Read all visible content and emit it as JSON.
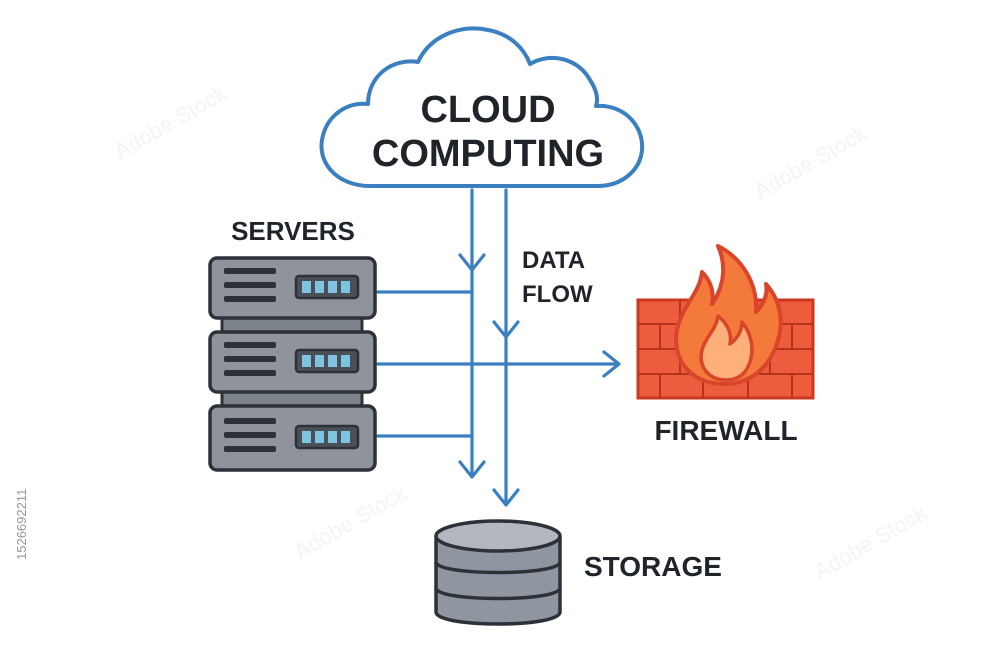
{
  "cloud": {
    "line1": "CLOUD",
    "line2": "COMPUTING",
    "color": "#3a7fc0"
  },
  "labels": {
    "servers": "SERVERS",
    "data_flow_line1": "DATA",
    "data_flow_line2": "FLOW",
    "firewall": "FIREWALL",
    "storage": "STORAGE"
  },
  "watermark": {
    "id": "1526692211",
    "brand": "Adobe Stock"
  },
  "colors": {
    "flow": "#3a7fc0",
    "server_body": "#8f949c",
    "server_outline": "#2d3138",
    "server_led": "#7ec4e0",
    "firewall_brick": "#ee5c3e",
    "firewall_fire": "#f47a3c",
    "storage_body": "#9096a0"
  },
  "icons": [
    "cloud-icon",
    "server-rack-icon",
    "firewall-icon",
    "flame-icon",
    "database-icon"
  ]
}
